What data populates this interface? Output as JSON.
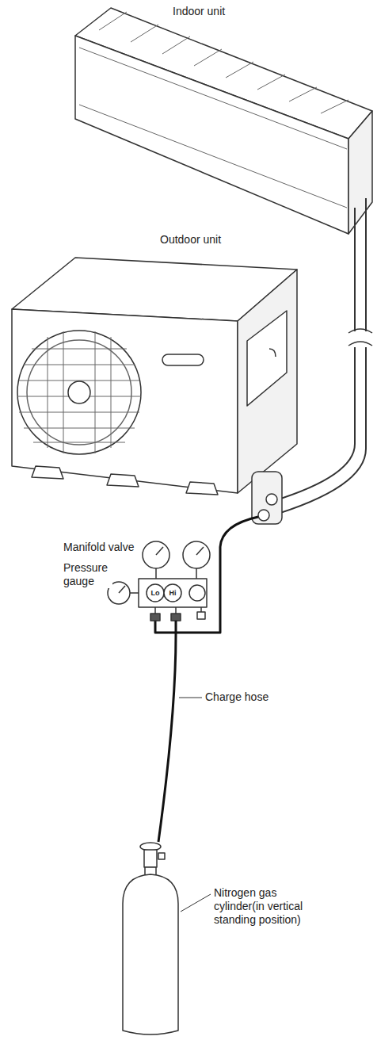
{
  "diagram": {
    "labels": [
      "Indoor unit",
      "Outdoor unit",
      "Manifold valve",
      "Pressure gauge",
      "Lo",
      "Hi",
      "Charge hose",
      "Nitrogen gas cylinder(in vertical standing position)"
    ]
  }
}
